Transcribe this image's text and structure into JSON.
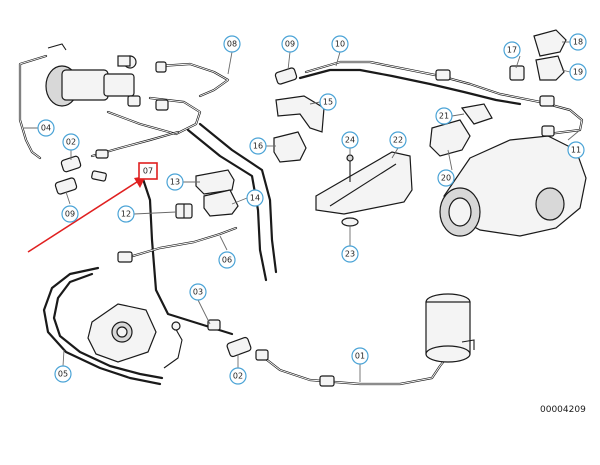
{
  "diagram": {
    "callouts": {
      "c01": "01",
      "c02a": "02",
      "c02b": "02",
      "c03": "03",
      "c04": "04",
      "c05": "05",
      "c06": "06",
      "c07": "07",
      "c08": "08",
      "c09a": "09",
      "c09b": "09",
      "c10": "10",
      "c11": "11",
      "c12": "12",
      "c13": "13",
      "c14": "14",
      "c15": "15",
      "c16": "16",
      "c17": "17",
      "c18": "18",
      "c19": "19",
      "c20": "20",
      "c21": "21",
      "c22": "22",
      "c23": "23",
      "c24": "24"
    },
    "highlight_color": "#e02020",
    "callout_color": "#4aa3d6",
    "document_number": "00004209"
  }
}
